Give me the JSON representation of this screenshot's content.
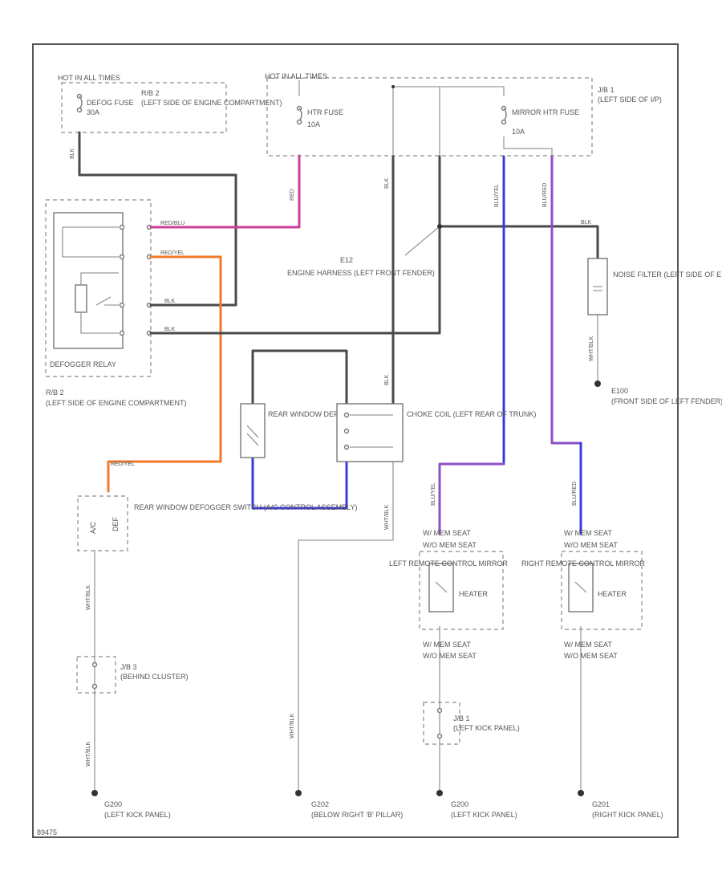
{
  "colors": {
    "black": "#4a4a4a",
    "pink": "#cc3f9a",
    "orange": "#f07a2a",
    "blue": "#3b3bd8",
    "purple": "#8b4fc8",
    "gray": "#9a9a9a"
  },
  "blocks": {
    "hot_relay_top": "HOT IN ALL TIMES",
    "hot_fuse_top": "HOT IN ALL TIMES",
    "rb2_top": "R/B 2",
    "rb2_top_loc": "(LEFT SIDE OF ENGINE COMPARTMENT)",
    "jb1_top": "J/B 1",
    "jb1_top_loc": "(LEFT SIDE OF I/P)",
    "rb2_bottom": "R/B 2",
    "rb2_bottom_loc": "(LEFT SIDE OF ENGINE COMPARTMENT)",
    "jb3": "J/B 3",
    "jb3_loc": "(BEHIND CLUSTER)",
    "jb1_bottom": "J/B 1",
    "jb1_bottom_loc": "(LEFT KICK PANEL)"
  },
  "fuses": {
    "defog": {
      "name": "DEFOG FUSE",
      "rating": "30A"
    },
    "htr": {
      "name": "HTR FUSE",
      "rating": "10A"
    },
    "mirror": {
      "name": "MIRROR HTR FUSE",
      "rating": "10A"
    }
  },
  "components": {
    "relay_name": "DEFOGGER RELAY",
    "splice_id": "E12",
    "splice_desc": "ENGINE HARNESS (LEFT FRONT FENDER)",
    "noise_filter": "NOISE FILTER (LEFT SIDE OF ENGINE COMPT)",
    "rear_defogger": "REAR WINDOW DEFOGGER",
    "choke_coil": "CHOKE COIL (LEFT REAR OF TRUNK)",
    "switch_name": "REAR WINDOW DEFOGGER SWITCH (A/C CONTROL ASSEMBLY)",
    "switch_in_1": "A/C",
    "switch_in_2": "DEF",
    "left_mirror": "LEFT REMOTE CONTROL MIRROR",
    "right_mirror": "RIGHT REMOTE CONTROL MIRROR",
    "heater": "HEATER",
    "conn_top": "W/ MEM SEAT",
    "conn_top_2": "W/O MEM SEAT",
    "conn_bot": "W/ MEM SEAT",
    "conn_bot_2": "W/O MEM SEAT"
  },
  "wires": {
    "blk_1": "BLK",
    "red": "RED",
    "red_blu": "RED/BLU",
    "red_yel": "RED/YEL",
    "blk_2": "BLK",
    "blk_3": "BLK",
    "blk_4": "BLK",
    "blu_yel": "BLU/YEL",
    "blu_red": "BLU/RED",
    "blk_5": "BLK",
    "wht_blk_1": "WHT/BLK",
    "wht_blk_2": "WHT/BLK",
    "wht_blk_3": "WHT/BLK",
    "wht_blk_4": "WHT/BLK",
    "blk_6": "BLK",
    "wht_blk_5": "WHT/BLK",
    "red_yel_2": "RED/YEL",
    "blu_yel_2": "BLU/YEL",
    "blu_red_2": "BLU/RED"
  },
  "grounds": {
    "e100": "E100",
    "e100_loc": "(FRONT SIDE OF LEFT FENDER)",
    "g200_a": "G200",
    "g200_a_loc": "(LEFT KICK PANEL)",
    "g202": "G202",
    "g202_loc": "(BELOW RIGHT 'B' PILLAR)",
    "g200_b": "G200",
    "g200_b_loc": "(LEFT KICK PANEL)",
    "g201": "G201",
    "g201_loc": "(RIGHT KICK PANEL)"
  },
  "footer_id": "89475"
}
